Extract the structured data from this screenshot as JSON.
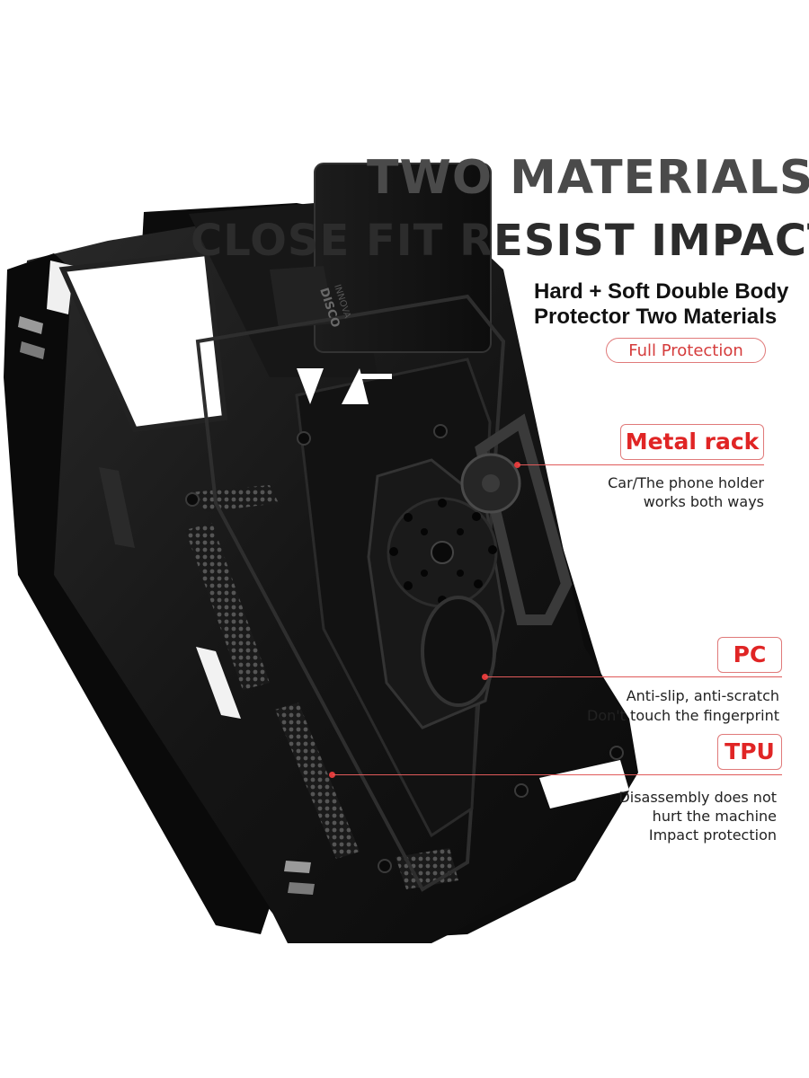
{
  "headline": {
    "line1": "TWO MATERIALS,",
    "line2": "CLOSE FIT RESIST IMPACT"
  },
  "subheadline": {
    "line1": "Hard + Soft Double Body",
    "line2": "Protector Two Materials"
  },
  "badge": "Full Protection",
  "callouts": [
    {
      "label": "Metal rack",
      "lines": [
        "Car/The phone holder",
        "works both ways"
      ]
    },
    {
      "label": "PC",
      "lines": [
        "Anti-slip, anti-scratch",
        "Don't touch the fingerprint"
      ]
    },
    {
      "label": "TPU",
      "lines": [
        "Disassembly does not",
        "hurt the machine",
        "Impact protection"
      ]
    }
  ],
  "case_logo_text": [
    "DISCO",
    "INNOVA"
  ],
  "colors": {
    "accent": "#e02525",
    "accent_border": "#e07a7a",
    "case": "#111111",
    "headline": "#3a3a3a"
  }
}
